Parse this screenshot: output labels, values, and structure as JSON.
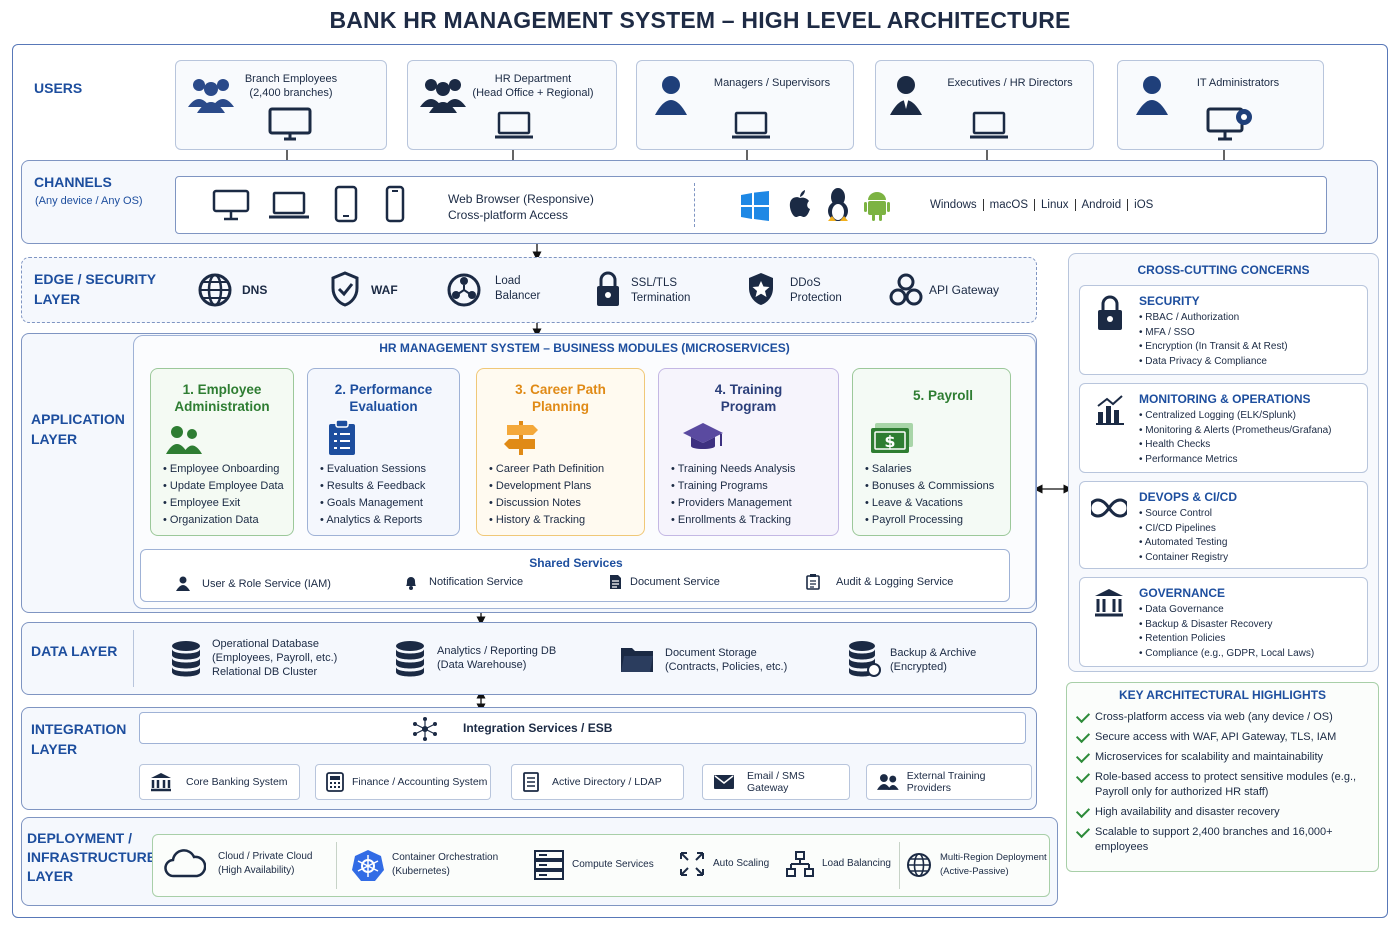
{
  "title": "BANK HR MANAGEMENT SYSTEM – HIGH LEVEL ARCHITECTURE",
  "users": {
    "label": "USERS",
    "cards": [
      {
        "line1": "Branch Employees",
        "line2": "(2,400 branches)"
      },
      {
        "line1": "HR Department",
        "line2": "(Head Office + Regional)"
      },
      {
        "line1": "Managers / Supervisors",
        "line2": ""
      },
      {
        "line1": "Executives / HR Directors",
        "line2": ""
      },
      {
        "line1": "IT Administrators",
        "line2": ""
      }
    ]
  },
  "channels": {
    "label": "CHANNELS",
    "sublabel": "(Any device / Any OS)",
    "web_line1": "Web Browser (Responsive)",
    "web_line2": "Cross-platform Access",
    "os": [
      "Windows",
      "macOS",
      "Linux",
      "Android",
      "iOS"
    ]
  },
  "edge": {
    "label_line1": "EDGE / SECURITY",
    "label_line2": "LAYER",
    "items": [
      {
        "line1": "DNS",
        "line2": ""
      },
      {
        "line1": "WAF",
        "line2": ""
      },
      {
        "line1": "Load",
        "line2": "Balancer"
      },
      {
        "line1": "SSL/TLS",
        "line2": "Termination"
      },
      {
        "line1": "DDoS",
        "line2": "Protection"
      },
      {
        "line1": "API Gateway",
        "line2": ""
      }
    ]
  },
  "application": {
    "label_line1": "APPLICATION",
    "label_line2": "LAYER",
    "container_title": "HR MANAGEMENT SYSTEM – BUSINESS MODULES (MICROSERVICES)",
    "modules": [
      {
        "title": "1. Employee Administration",
        "items": [
          "Employee Onboarding",
          "Update Employee Data",
          "Employee Exit",
          "Organization Data"
        ],
        "color": "#2e7d32"
      },
      {
        "title": "2. Performance Evaluation",
        "items": [
          "Evaluation Sessions",
          "Results & Feedback",
          "Goals Management",
          "Analytics & Reports"
        ],
        "color": "#1d4e9e"
      },
      {
        "title": "3. Career Path Planning",
        "items": [
          "Career Path Definition",
          "Development Plans",
          "Discussion Notes",
          "History & Tracking"
        ],
        "color": "#e08a16"
      },
      {
        "title": "4. Training Program",
        "items": [
          "Training Needs Analysis",
          "Training Programs",
          "Providers Management",
          "Enrollments & Tracking"
        ],
        "color": "#2b3f7a"
      },
      {
        "title": "5. Payroll",
        "items": [
          "Salaries",
          "Bonuses & Commissions",
          "Leave & Vacations",
          "Payroll Processing"
        ],
        "color": "#2e7d32"
      }
    ],
    "shared_title": "Shared Services",
    "shared": [
      "User & Role Service (IAM)",
      "Notification Service",
      "Document Service",
      "Audit & Logging Service"
    ]
  },
  "data_layer": {
    "label": "DATA LAYER",
    "items": [
      {
        "lines": [
          "Operational Database",
          "(Employees, Payroll, etc.)",
          "Relational DB Cluster"
        ]
      },
      {
        "lines": [
          "Analytics / Reporting DB",
          "(Data Warehouse)"
        ]
      },
      {
        "lines": [
          "Document Storage",
          "(Contracts, Policies, etc.)"
        ]
      },
      {
        "lines": [
          "Backup & Archive",
          "(Encrypted)"
        ]
      }
    ]
  },
  "integration": {
    "label_line1": "INTEGRATION",
    "label_line2": "LAYER",
    "esb": "Integration Services / ESB",
    "systems": [
      "Core Banking System",
      "Finance / Accounting System",
      "Active Directory / LDAP",
      "Email / SMS Gateway",
      "External Training Providers"
    ]
  },
  "deployment": {
    "label_line1": "DEPLOYMENT /",
    "label_line2": "INFRASTRUCTURE",
    "label_line3": "LAYER",
    "items": [
      {
        "line1": "Cloud / Private Cloud",
        "line2": "(High Availability)"
      },
      {
        "line1": "Container Orchestration",
        "line2": "(Kubernetes)"
      },
      {
        "line1": "Compute Services",
        "line2": ""
      },
      {
        "line1": "Auto Scaling",
        "line2": ""
      },
      {
        "line1": "Load Balancing",
        "line2": ""
      },
      {
        "line1": "Multi-Region Deployment",
        "line2": "(Active-Passive)"
      }
    ]
  },
  "cross_cutting": {
    "title": "CROSS-CUTTING CONCERNS",
    "sections": [
      {
        "title": "SECURITY",
        "items": [
          "RBAC / Authorization",
          "MFA / SSO",
          "Encryption (In Transit & At Rest)",
          "Data Privacy & Compliance"
        ]
      },
      {
        "title": "MONITORING & OPERATIONS",
        "items": [
          "Centralized Logging (ELK/Splunk)",
          "Monitoring & Alerts (Prometheus/Grafana)",
          "Health Checks",
          "Performance Metrics"
        ]
      },
      {
        "title": "DEVOPS & CI/CD",
        "items": [
          "Source Control",
          "CI/CD Pipelines",
          "Automated Testing",
          "Container Registry"
        ]
      },
      {
        "title": "GOVERNANCE",
        "items": [
          "Data Governance",
          "Backup & Disaster Recovery",
          "Retention Policies",
          "Compliance (e.g., GDPR, Local Laws)"
        ]
      }
    ]
  },
  "highlights": {
    "title": "KEY ARCHITECTURAL HIGHLIGHTS",
    "items": [
      "Cross-platform access via web (any device / OS)",
      "Secure access with WAF, API Gateway, TLS, IAM",
      "Microservices for scalability and maintainability",
      "Role-based access to protect sensitive modules (e.g., Payroll only for authorized HR staff)",
      "High availability and disaster recovery",
      "Scalable to support 2,400 branches and 16,000+ employees"
    ]
  },
  "colors": {
    "accent": "#1d4e9e",
    "border": "#7f95c2",
    "check": "#2e8b3a"
  }
}
